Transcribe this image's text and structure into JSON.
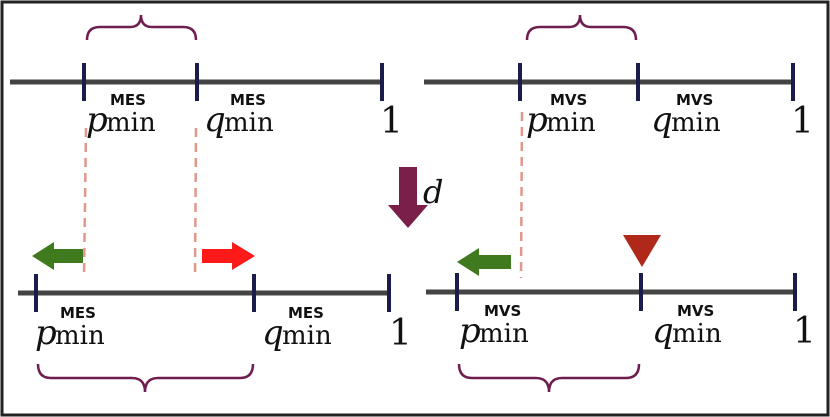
{
  "labels": {
    "p_var": "p",
    "q_var": "q",
    "min_sub": "min",
    "mes_sup": "MES",
    "mvs_sup": "MVS",
    "one": "1",
    "d": "d"
  },
  "icons": {
    "shift_down_arrow": "arrow-down-icon",
    "left_arrow": "arrow-left-icon",
    "right_arrow": "arrow-right-icon",
    "marker": "triangle-down-icon"
  },
  "colors": {
    "axis": "#444444",
    "tick": "#1c1c4a",
    "brace": "#6e1f4f",
    "dashed": "#e0988a",
    "arrow_left": "#3f7a1e",
    "arrow_right": "#ff1a1a",
    "arrow_down": "#7a1f4a",
    "marker": "#b0281a",
    "frame": "#222222"
  }
}
